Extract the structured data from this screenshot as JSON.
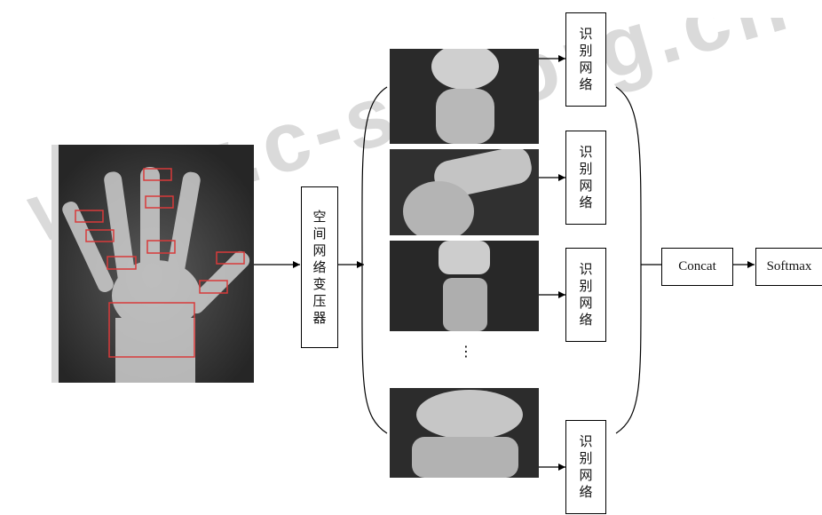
{
  "watermark": "www.c-s-a.org.cn",
  "stn_box": {
    "chars": [
      "空",
      "间",
      "网",
      "络",
      "变",
      "压",
      "器"
    ]
  },
  "recognition_boxes": [
    {
      "chars": [
        "识",
        "别",
        "网",
        "络"
      ]
    },
    {
      "chars": [
        "识",
        "别",
        "网",
        "络"
      ]
    },
    {
      "chars": [
        "识",
        "别",
        "网",
        "络"
      ]
    },
    {
      "chars": [
        "识",
        "别",
        "网",
        "络"
      ]
    }
  ],
  "ellipsis": "⋮",
  "concat_label": "Concat",
  "softmax_label": "Softmax",
  "colors": {
    "detection_box": "#d83a3a",
    "arrow": "#000000",
    "xray_dark": "#1e1e1e",
    "xray_bone": "#d8d8d8"
  }
}
